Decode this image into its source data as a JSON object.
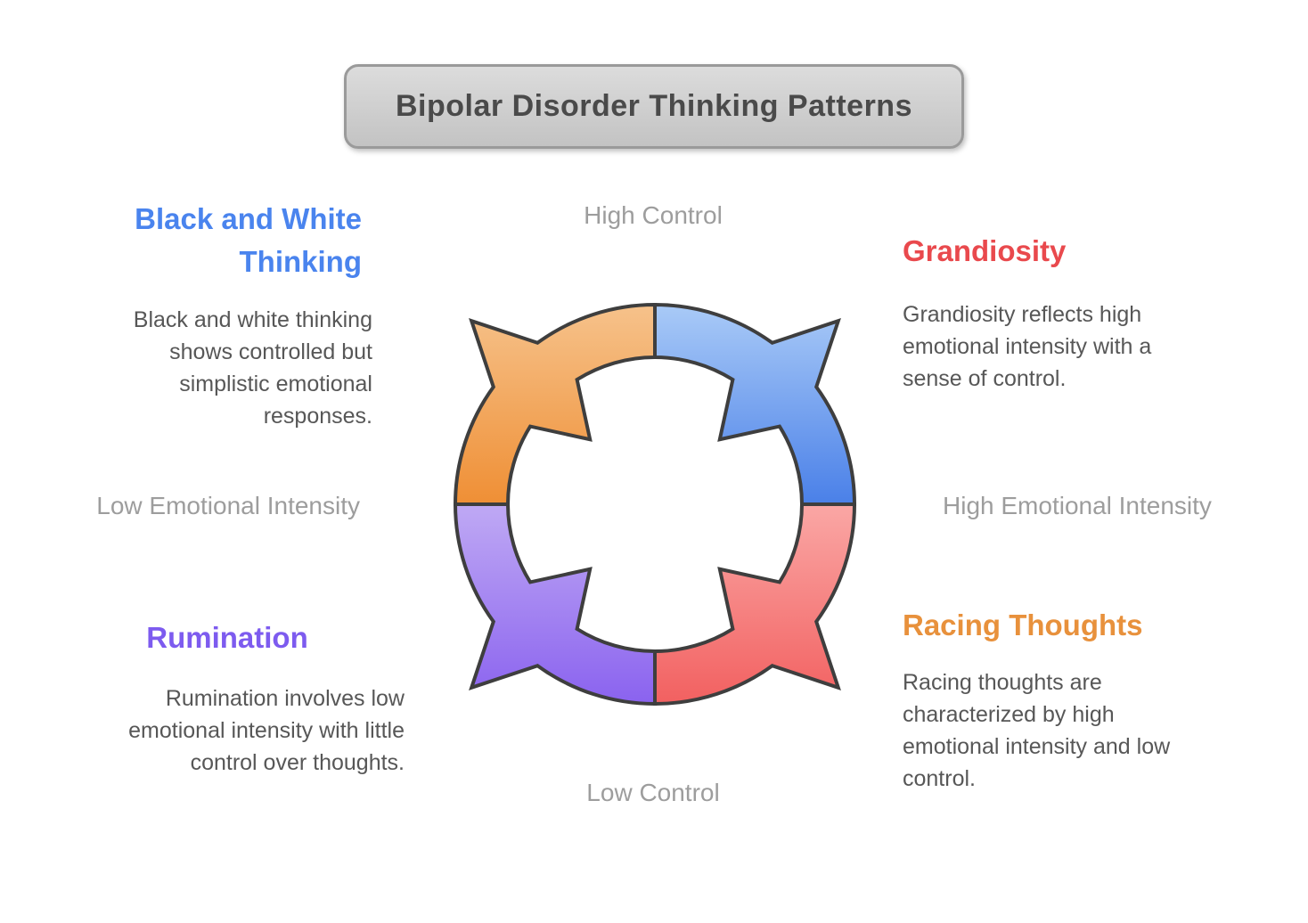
{
  "title": "Bipolar Disorder Thinking Patterns",
  "title_colors": {
    "text": "#4A4A4A",
    "bg_top": "#DCDCDC",
    "bg_bottom": "#C3C3C3",
    "border": "#9A9A9A"
  },
  "axes": {
    "top": "High Control",
    "bottom": "Low Control",
    "left": "Low Emotional Intensity",
    "right": "High Emotional Intensity",
    "label_color": "#9D9D9D"
  },
  "patterns": {
    "black_and_white": {
      "heading": "Black and White\nThinking",
      "heading_color": "#4A84EE",
      "description": "Black and white thinking\nshows controlled but\nsimplistic emotional\nresponses."
    },
    "grandiosity": {
      "heading": "Grandiosity",
      "heading_color": "#E9494D",
      "description": "Grandiosity reflects high\nemotional intensity with a\nsense of control."
    },
    "rumination": {
      "heading": "Rumination",
      "heading_color": "#7D5BEF",
      "description": "Rumination involves low\nemotional intensity with little\ncontrol over thoughts."
    },
    "racing_thoughts": {
      "heading": "Racing Thoughts",
      "heading_color": "#E8913C",
      "description": "Racing thoughts are\ncharacterized by high\nemotional intensity and low\ncontrol."
    }
  },
  "cycle": {
    "stroke": "#3E3E3E",
    "segments": [
      {
        "position": "top-left",
        "name": "segment-orange",
        "color_light": "#F6C28B",
        "color_dark": "#EF8F35"
      },
      {
        "position": "top-right",
        "name": "segment-blue",
        "color_light": "#A9CAF7",
        "color_dark": "#4A80E8"
      },
      {
        "position": "bottom-right",
        "name": "segment-red",
        "color_light": "#FAA7A5",
        "color_dark": "#F26060"
      },
      {
        "position": "bottom-left",
        "name": "segment-purple",
        "color_light": "#BFA9F4",
        "color_dark": "#8A62EF"
      }
    ]
  }
}
